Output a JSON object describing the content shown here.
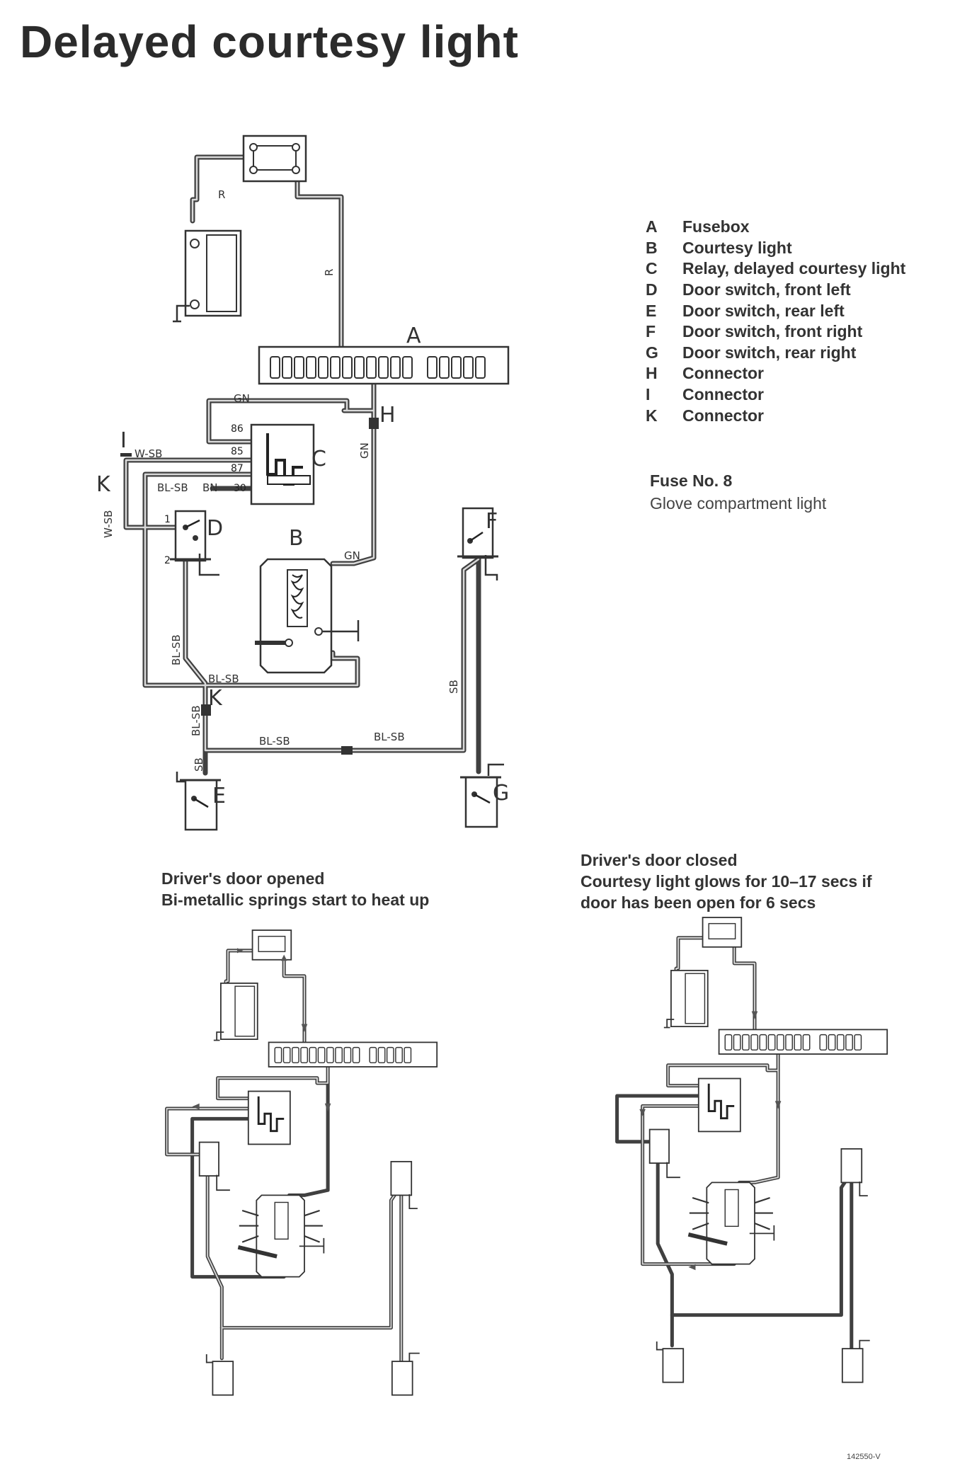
{
  "title": "Delayed courtesy light",
  "legend": [
    {
      "letter": "A",
      "label": "Fusebox"
    },
    {
      "letter": "B",
      "label": "Courtesy light"
    },
    {
      "letter": "C",
      "label": "Relay, delayed courtesy light"
    },
    {
      "letter": "D",
      "label": "Door switch, front left"
    },
    {
      "letter": "E",
      "label": "Door switch, rear left"
    },
    {
      "letter": "F",
      "label": "Door switch, front right"
    },
    {
      "letter": "G",
      "label": "Door switch, rear right"
    },
    {
      "letter": "H",
      "label": "Connector"
    },
    {
      "letter": "I",
      "label": "Connector"
    },
    {
      "letter": "K",
      "label": "Connector"
    }
  ],
  "fuse": {
    "number": "Fuse No. 8",
    "description": "Glove compartment light"
  },
  "caption_left": {
    "line1": "Driver's door opened",
    "line2": "Bi-metallic springs start to heat up"
  },
  "caption_right": {
    "line1": "Driver's door closed",
    "line2": "Courtesy light glows for 10–17 secs if",
    "line3": "door has been open for 6 secs"
  },
  "wire_labels": {
    "r": "R",
    "gn": "GN",
    "w_sb": "W-SB",
    "bl_sb": "BL-SB",
    "bn": "BN",
    "sb": "SB"
  },
  "relay_pins": {
    "p86": "86",
    "p85": "85",
    "p87": "87",
    "p30": "30"
  },
  "switch_pins": {
    "p1": "1",
    "p2": "2"
  },
  "component_letters": {
    "a": "A",
    "b": "B",
    "c": "C",
    "d": "D",
    "e": "E",
    "f": "F",
    "g": "G",
    "h": "H",
    "i": "I",
    "k": "K"
  },
  "reference": "142550-V"
}
